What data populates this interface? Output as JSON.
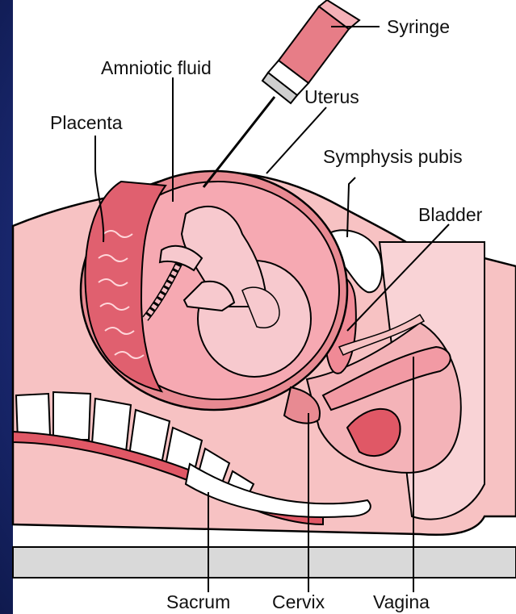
{
  "labels": {
    "syringe": "Syringe",
    "amniotic_fluid": "Amniotic fluid",
    "uterus": "Uterus",
    "placenta": "Placenta",
    "symphysis_pubis": "Symphysis pubis",
    "bladder": "Bladder",
    "sacrum": "Sacrum",
    "cervix": "Cervix",
    "vagina": "Vagina"
  },
  "colors": {
    "slide_background": "#1c2b78",
    "body_tissue": "#f7c2c3",
    "uterus_wall": "#e88a92",
    "amniotic_fluid": "#f6a9b2",
    "placenta": "#e0606f",
    "fetus": "#f7c9ce",
    "bone": "#ffffff",
    "table": "#d9d9d9",
    "syringe_barrel": "#e77d87"
  }
}
